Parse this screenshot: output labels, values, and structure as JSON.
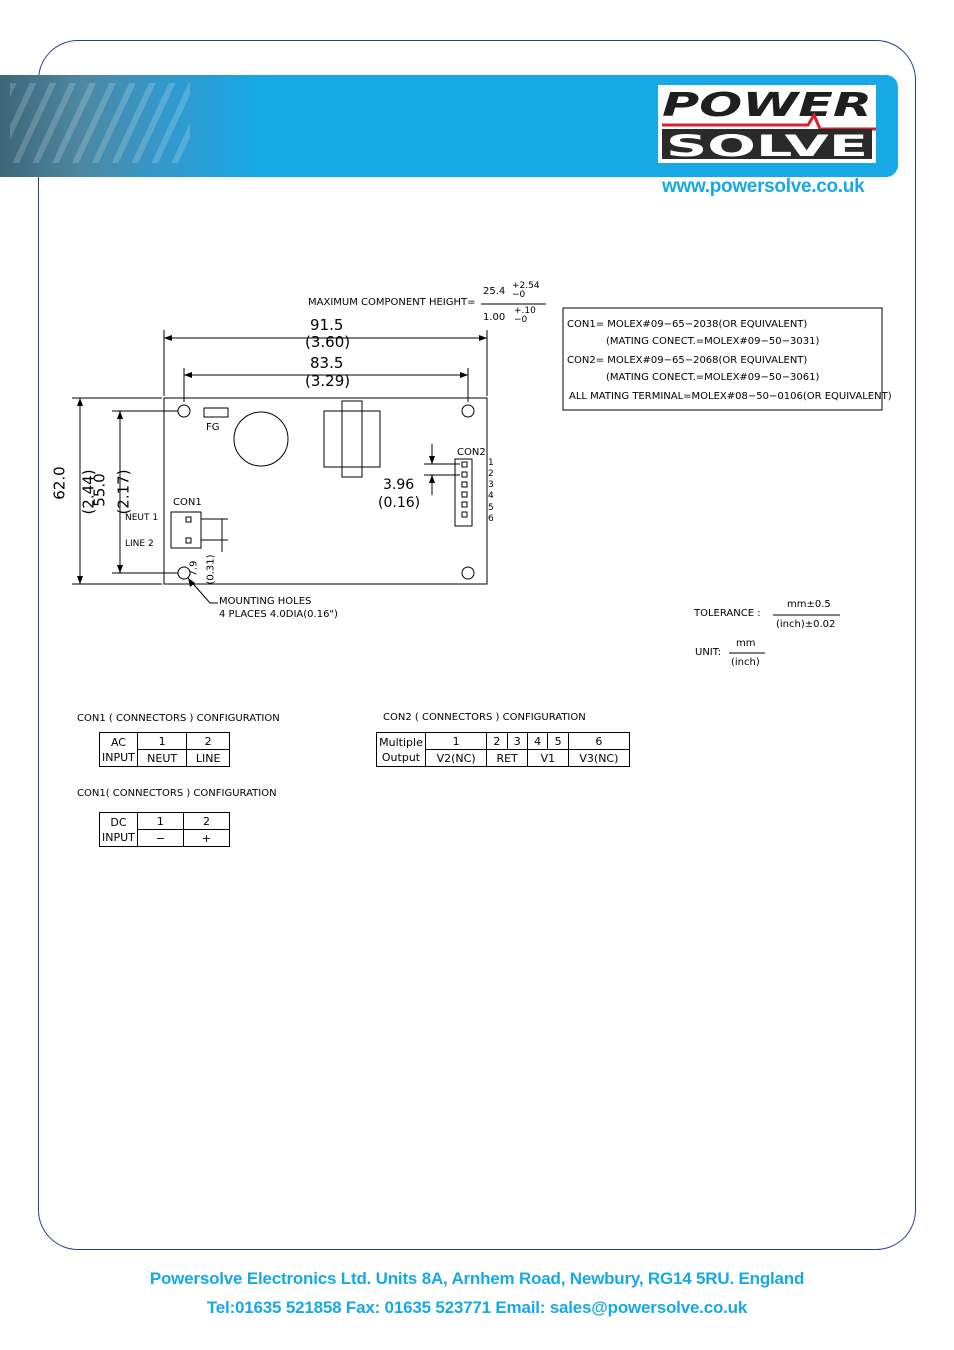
{
  "brand": {
    "logo_top": "POWER",
    "logo_bottom": "SOLVE",
    "website": "www.powersolve.co.uk",
    "accent_color": "#17a8e6"
  },
  "drawing": {
    "max_height_label": "MAXIMUM COMPONENT HEIGHT=",
    "max_height_mm": "25.4",
    "max_height_mm_tol_plus": "+2.54",
    "max_height_mm_tol_minus": "−0",
    "max_height_in": "1.00",
    "max_height_in_tol_plus": "+.10",
    "max_height_in_tol_minus": "−0",
    "width_outer_mm": "91.5",
    "width_outer_in": "(3.60)",
    "width_inner_mm": "83.5",
    "width_inner_in": "(3.29)",
    "height_outer_mm": "62.0",
    "height_outer_in": "(2.44)",
    "height_inner_mm": "55.0",
    "height_inner_in": "(2.17)",
    "pitch_mm": "3.96",
    "pitch_in": "(0.16)",
    "offset_mm": "7.9",
    "offset_in": "(0.31)",
    "fg_label": "FG",
    "con1_label": "CON1",
    "con2_label": "CON2",
    "neut_label": "NEUT 1",
    "line_label": "LINE  2",
    "con2_pins": [
      "1",
      "2",
      "3",
      "4",
      "5",
      "6"
    ],
    "mounting_line1": "MOUNTING HOLES",
    "mounting_line2": "4 PLACES 4.0DIA(0.16\")"
  },
  "notes": {
    "con1_line1": "CON1=  MOLEX#09−65−2038(OR EQUIVALENT)",
    "con1_line2": "(MATING CONECT.=MOLEX#09−50−3031)",
    "con2_line1": "CON2=  MOLEX#09−65−2068(OR EQUIVALENT)",
    "con2_line2": "(MATING CONECT.=MOLEX#09−50−3061)",
    "terminal": "ALL MATING TERMINAL=MOLEX#08−50−0106(OR EQUIVALENT)"
  },
  "tolerance": {
    "label": "TOLERANCE :",
    "mm": "mm±0.5",
    "inch": "(inch)±0.02"
  },
  "unit": {
    "label": "UNIT:",
    "mm": "mm",
    "inch": "(inch)"
  },
  "con1_ac": {
    "title": "CON1 ( CONNECTORS ) CONFIGURATION",
    "row_header_1": "AC",
    "row_header_2": "INPUT",
    "pins": [
      "1",
      "2"
    ],
    "values": [
      "NEUT",
      "LINE"
    ]
  },
  "con1_dc": {
    "title": "CON1( CONNECTORS ) CONFIGURATION",
    "row_header_1": "DC",
    "row_header_2": "INPUT",
    "pins": [
      "1",
      "2"
    ],
    "values": [
      "−",
      "+"
    ]
  },
  "con2": {
    "title": "CON2 ( CONNECTORS ) CONFIGURATION",
    "row_header_1": "Multiple",
    "row_header_2": "Output",
    "pins": [
      "1",
      "2",
      "3",
      "4",
      "5",
      "6"
    ],
    "values": [
      "V2(NC)",
      "RET",
      "V1",
      "V3(NC)"
    ]
  },
  "footer": {
    "line1": "Powersolve Electronics Ltd. Units 8A, Arnhem Road, Newbury, RG14 5RU. England",
    "line2": "Tel:01635 521858  Fax: 01635 523771 Email: sales@powersolve.co.uk"
  }
}
